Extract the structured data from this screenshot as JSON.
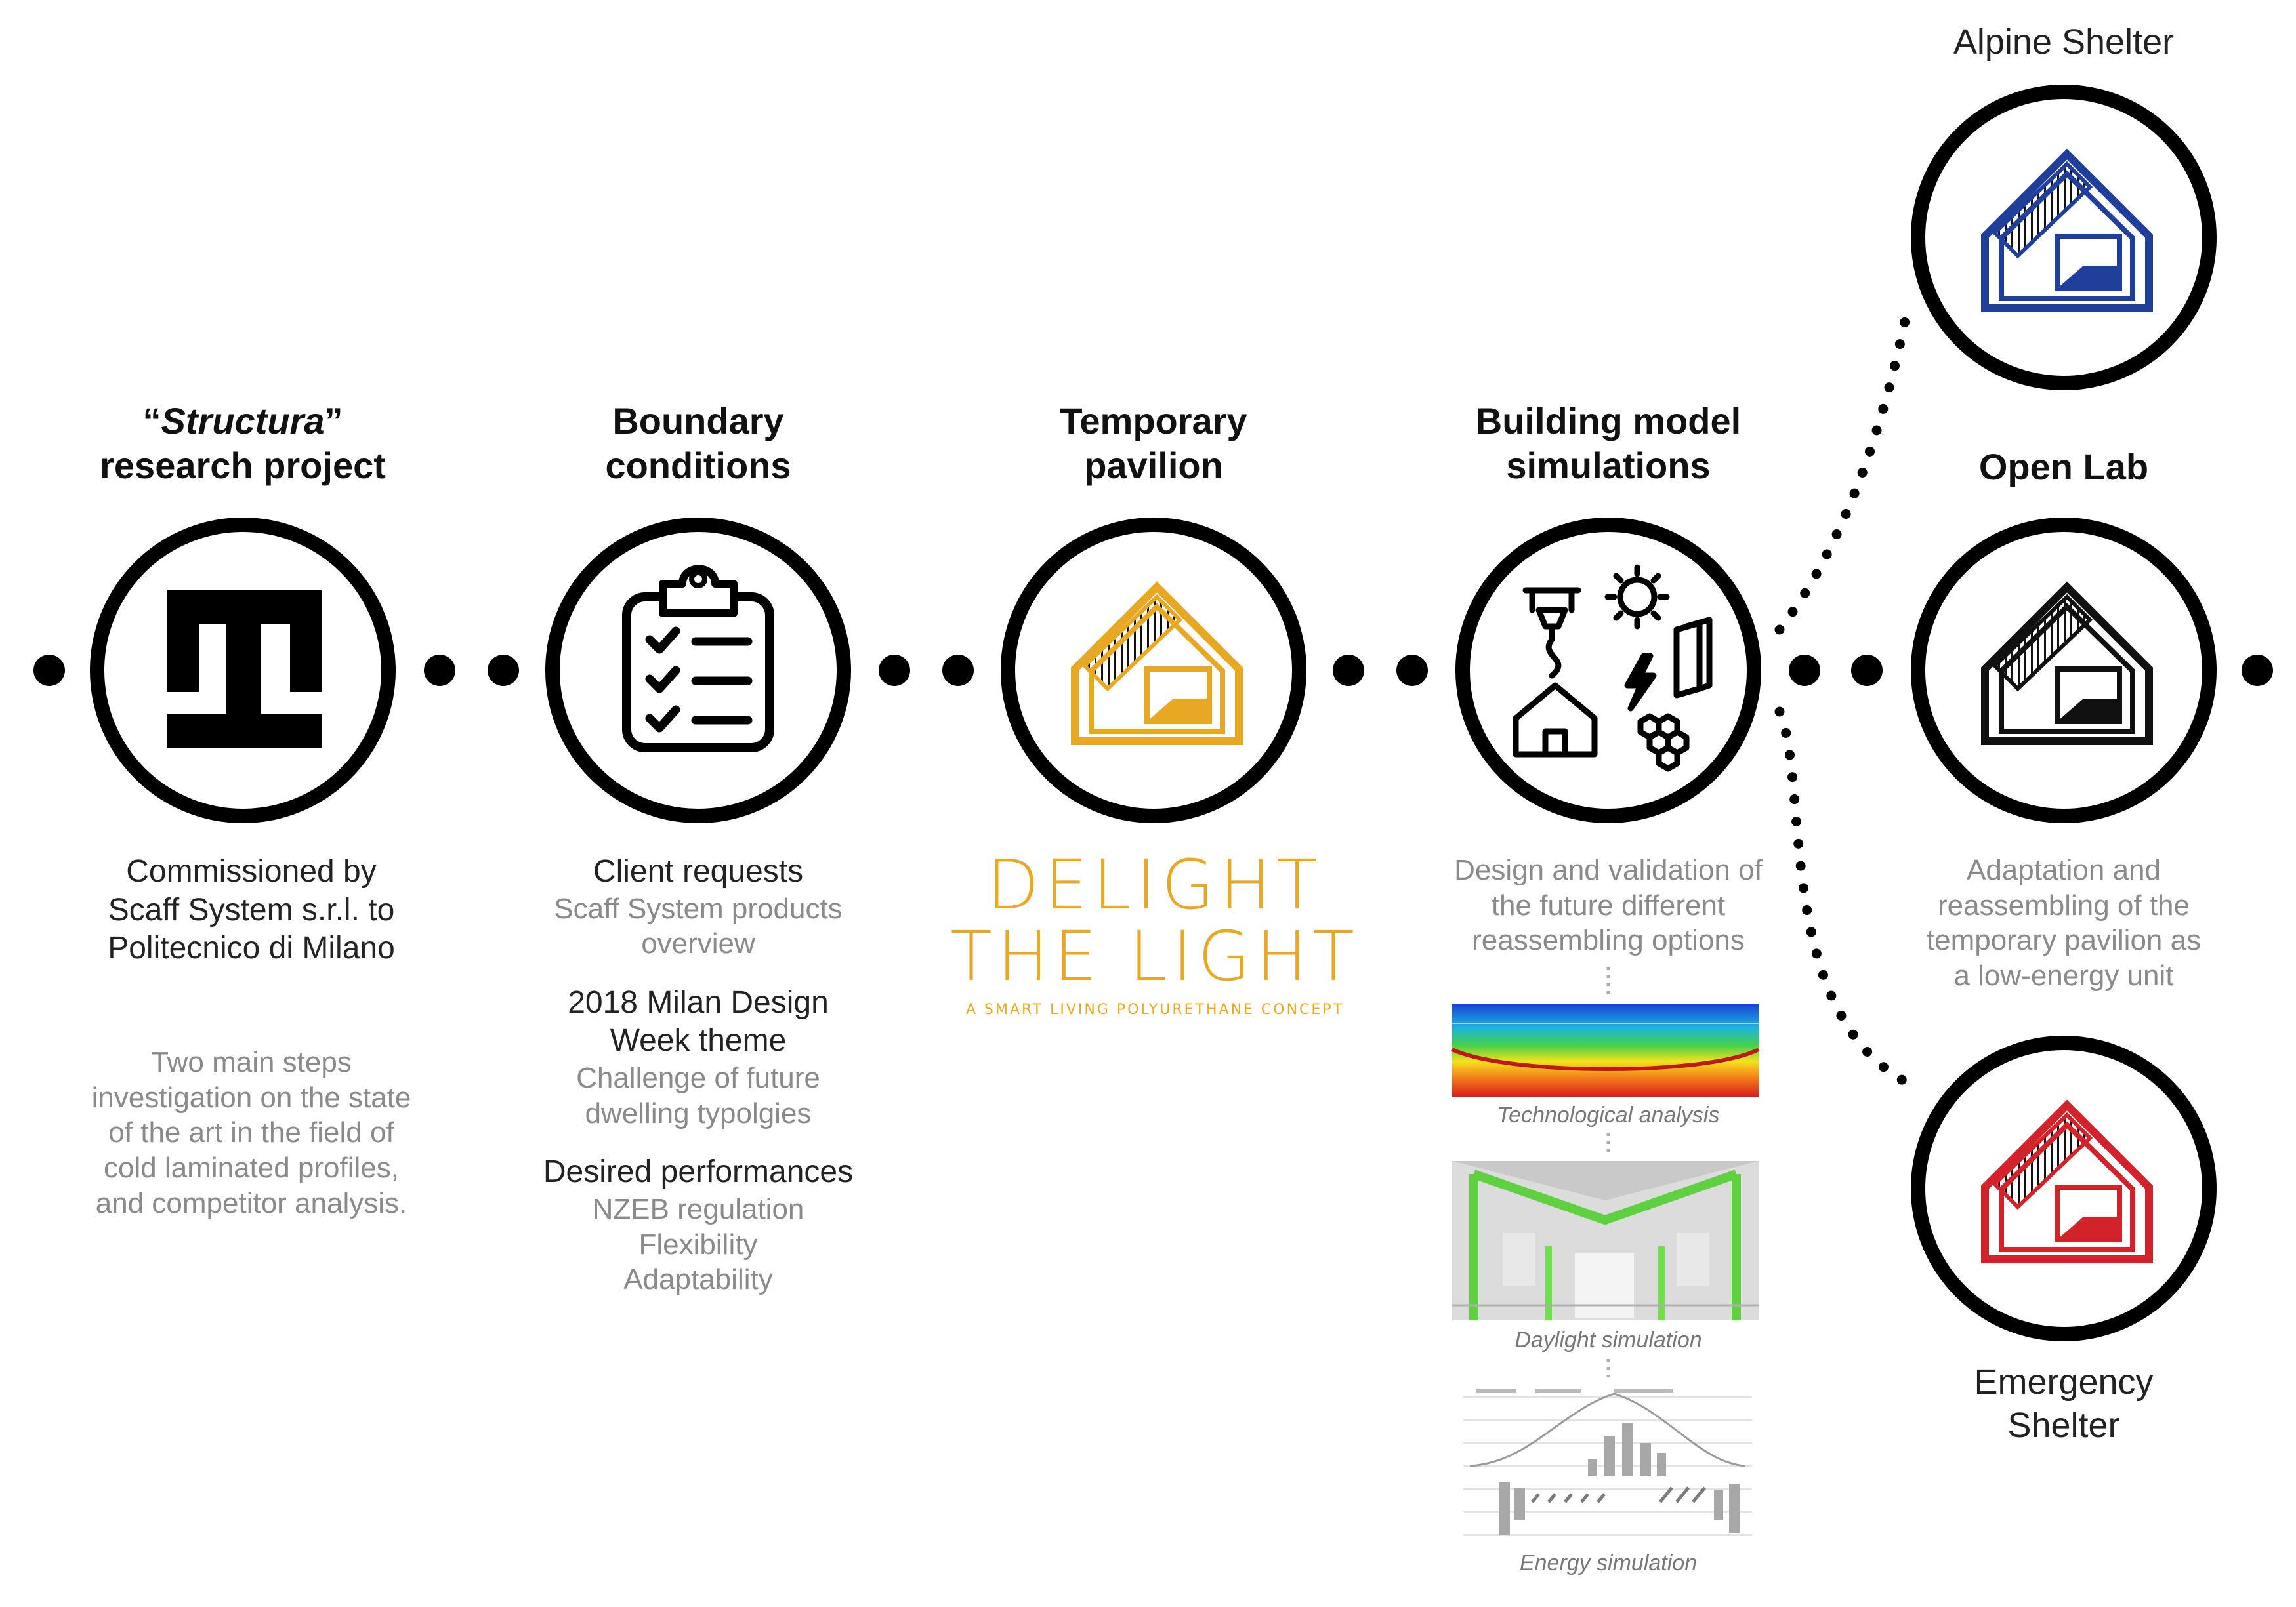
{
  "stages": [
    {
      "title_quote_open": "“",
      "title_em": "Structura",
      "title_quote_close": "”",
      "title_line2": "research project",
      "lead": [
        "Commissioned by",
        "Scaff System s.r.l. to",
        "Politecnico di Milano"
      ],
      "description": [
        "Two main steps",
        "investigation on the state",
        "of the art in the field of",
        "cold laminated profiles,",
        "and competitor analysis."
      ],
      "icon": "structura-logo-icon"
    },
    {
      "title": [
        "Boundary",
        "conditions"
      ],
      "groups": [
        {
          "heading": [
            "Client requests"
          ],
          "items": [
            "Scaff System products",
            "overview"
          ]
        },
        {
          "heading": [
            "2018 Milan Design",
            "Week theme"
          ],
          "items": [
            "Challenge of future",
            "dwelling typolgies"
          ]
        },
        {
          "heading": [
            "Desired performances"
          ],
          "items": [
            "NZEB regulation",
            "Flexibility",
            "Adaptability"
          ]
        }
      ],
      "icon": "clipboard-checklist-icon"
    },
    {
      "title": [
        "Temporary",
        "pavilion"
      ],
      "logo_line1": "DELIGHT",
      "logo_line2": "THE LIGHT",
      "logo_tagline": "A SMART LIVING POLYURETHANE CONCEPT",
      "icon": "house-icon",
      "color": "#e8a824"
    },
    {
      "title": [
        "Building model",
        "simulations"
      ],
      "description": [
        "Design and validation of",
        "the future different",
        "reassembling options"
      ],
      "captions": [
        "Technological analysis",
        "Daylight simulation",
        "Energy simulation"
      ],
      "icon": "simulation-tools-icon"
    }
  ],
  "outcomes": [
    {
      "name": "Alpine Shelter",
      "color": "#1f3f9a",
      "icon": "house-icon"
    },
    {
      "name": "Open Lab",
      "color": "#111111",
      "icon": "house-icon",
      "description": [
        "Adaptation and",
        "reassembling of the",
        "temporary pavilion as",
        "a low-energy unit"
      ]
    },
    {
      "name_lines": [
        "Emergency",
        "Shelter"
      ],
      "color": "#d3232a",
      "icon": "house-icon"
    }
  ]
}
